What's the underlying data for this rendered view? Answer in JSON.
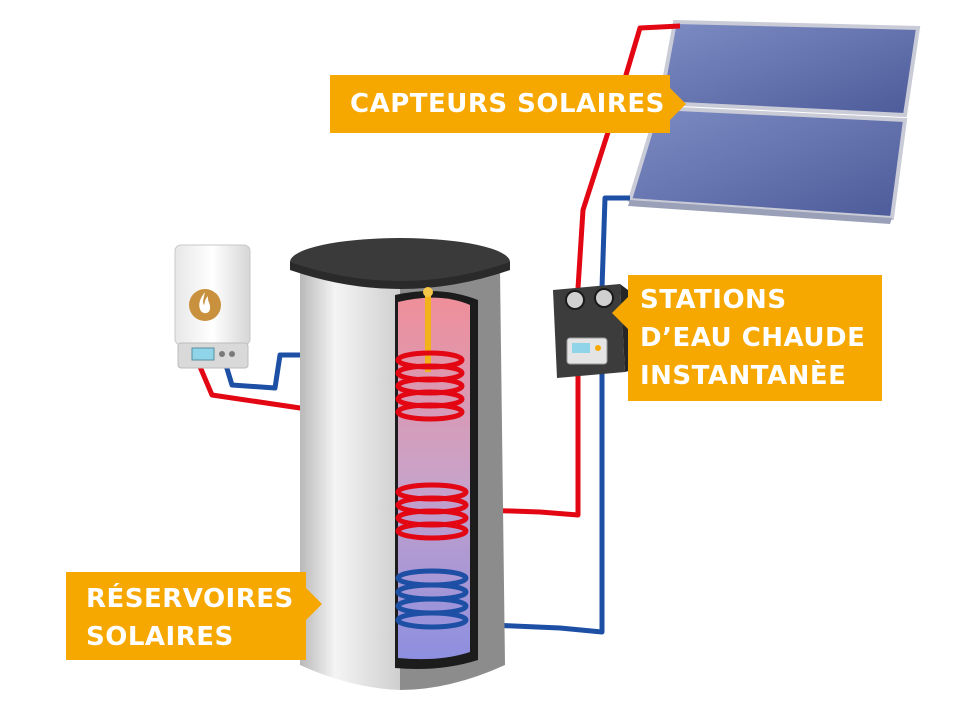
{
  "labels": {
    "capteurs": "CAPTEURS SOLAIRES",
    "stations": [
      "STATIONS",
      "D’EAU CHAUDE",
      "INSTANTANÈE"
    ],
    "reservoirs": [
      "RÉSERVOIRES",
      "SOLAIRES"
    ]
  },
  "colors": {
    "callout": "#f6a800",
    "hot_pipe": "#e30613",
    "cold_pipe": "#1d4fa5",
    "solar_panel": "#5f6faa",
    "insulation": "#8c8c8c",
    "tank_shell": "#dcdcdc"
  },
  "icons": {
    "boiler": "flame-icon"
  }
}
